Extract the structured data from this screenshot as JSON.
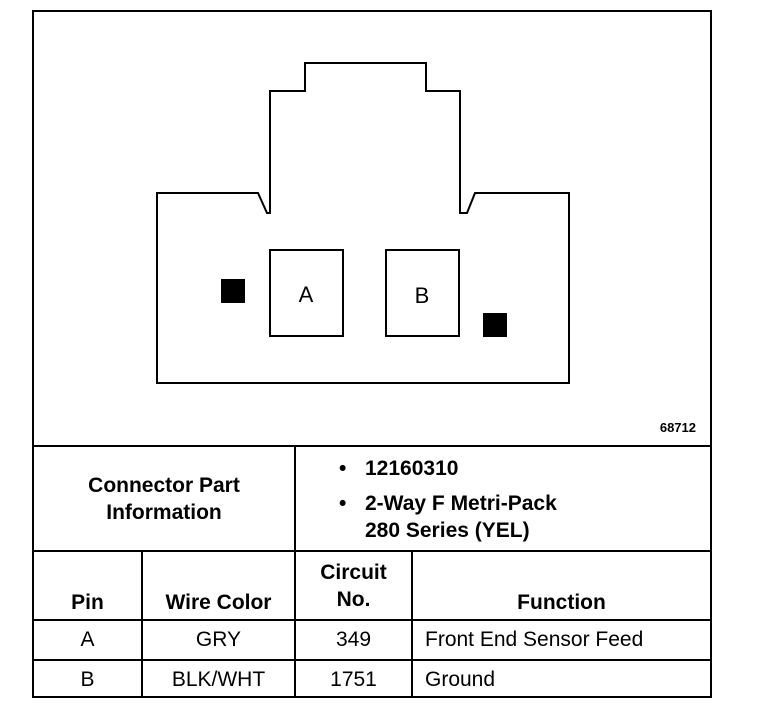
{
  "diagram": {
    "figure_number": "68712",
    "terminal_labels": [
      "A",
      "B"
    ]
  },
  "connector_info": {
    "label_line1": "Connector Part",
    "label_line2": "Information",
    "bullets": [
      {
        "lines": [
          "12160310"
        ]
      },
      {
        "lines": [
          "2-Way F Metri-Pack",
          "280 Series (YEL)"
        ]
      }
    ]
  },
  "table": {
    "headers": {
      "pin": "Pin",
      "wire_color": "Wire Color",
      "circuit_line1": "Circuit",
      "circuit_line2": "No.",
      "function": "Function"
    },
    "rows": [
      {
        "pin": "A",
        "wire_color": "GRY",
        "circuit": "349",
        "function": "Front End Sensor Feed"
      },
      {
        "pin": "B",
        "wire_color": "BLK/WHT",
        "circuit": "1751",
        "function": "Ground"
      }
    ]
  }
}
